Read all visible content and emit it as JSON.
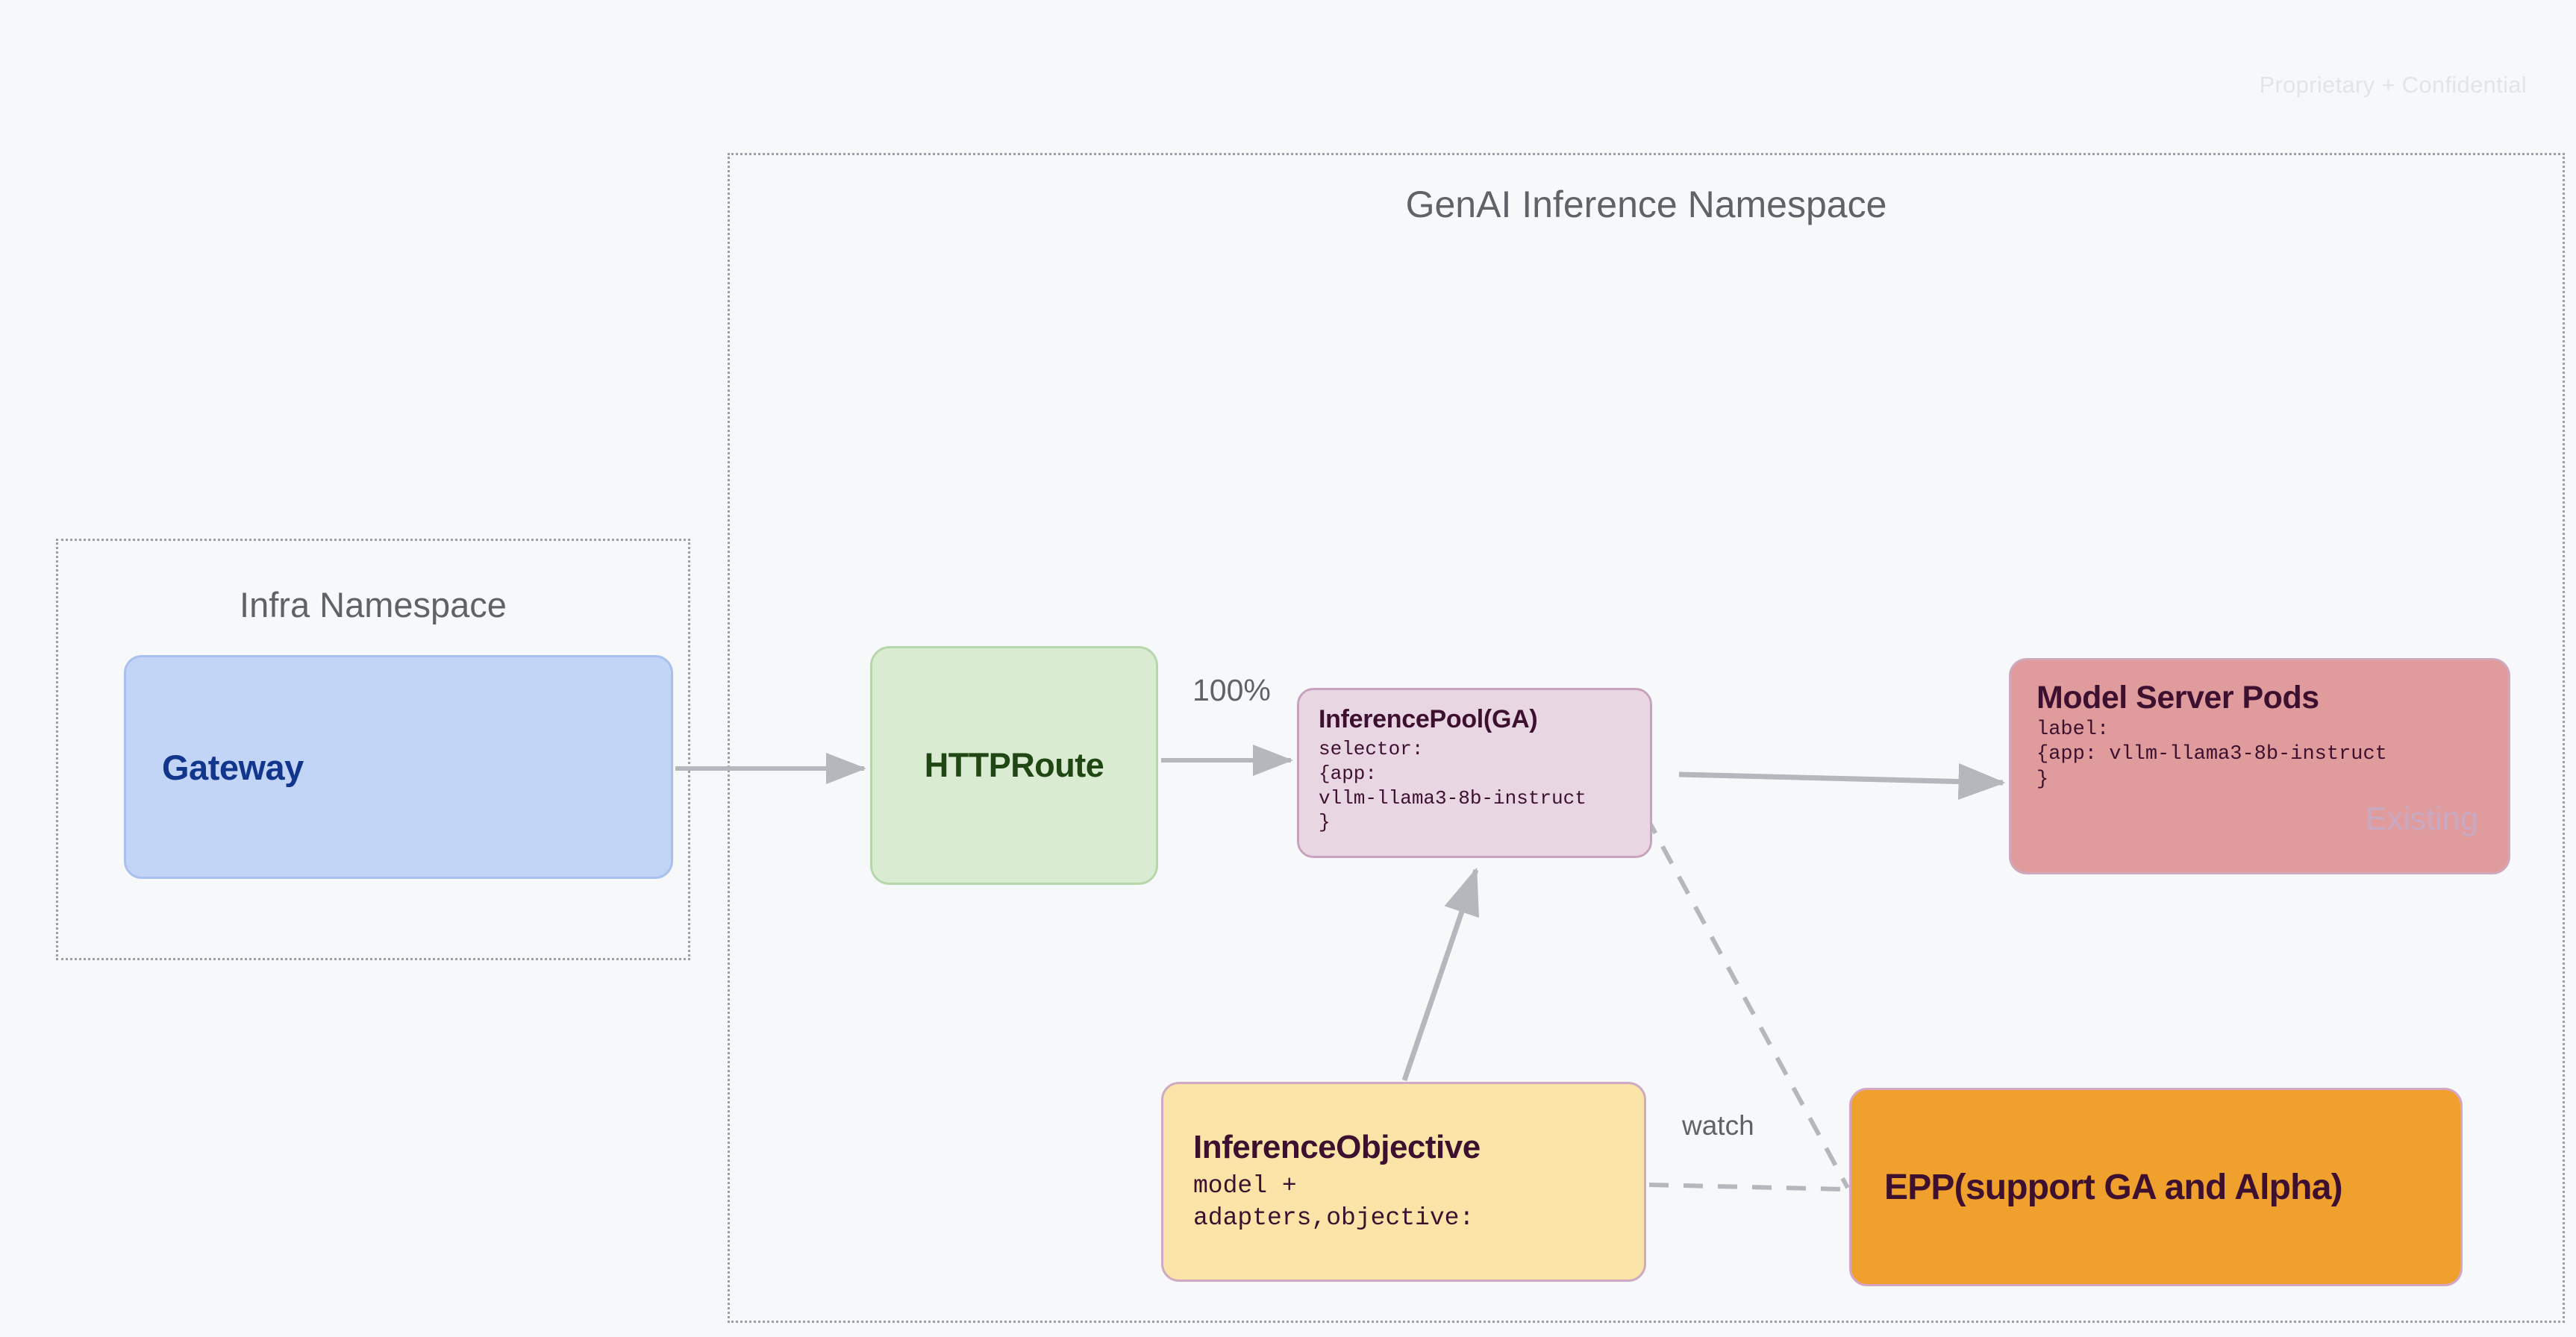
{
  "page": {
    "confidential_notice": "Proprietary + Confidential",
    "background_color": "#f7f8fa"
  },
  "namespaces": [
    {
      "id": "infra",
      "title": "Infra Namespace",
      "border_style": "dotted",
      "border_color": "#9b9fa6"
    },
    {
      "id": "genai",
      "title": "GenAI Inference Namespace",
      "border_style": "dotted",
      "border_color": "#9b9fa6"
    }
  ],
  "nodes": {
    "gateway": {
      "title": "Gateway",
      "fill": "#c3d5f7",
      "text_color": "#11368c"
    },
    "httproute": {
      "title": "HTTPRoute",
      "fill": "#d9ecd2",
      "text_color": "#1f4613"
    },
    "inferencepool": {
      "title": "InferencePool(GA)",
      "code": "selector:\n{app:\nvllm-llama3-8b-instruct\n}",
      "fill": "#e9d6e3",
      "text_color": "#3d1030"
    },
    "modelserverpods": {
      "title": "Model Server Pods",
      "code": "label:\n{app: vllm-llama3-8b-instruct\n}",
      "stamp": "Existing",
      "fill": "#e09c9c",
      "text_color": "#3d1030",
      "stamp_color": "#c9a8c2"
    },
    "inferenceobjective": {
      "title": "InferenceObjective",
      "code": "model +\nadapters,objective:",
      "fill": "#fbe4a7",
      "text_color": "#3d1030"
    },
    "epp": {
      "title": "EPP(support GA and Alpha)",
      "fill": "#f0a02c",
      "text_color": "#3d1030"
    }
  },
  "edges": {
    "gateway_to_httproute": {
      "label": "",
      "style": "solid"
    },
    "httproute_to_inferencepool": {
      "label": "100%",
      "style": "solid"
    },
    "inferencepool_to_modelserverpods": {
      "label": "",
      "style": "solid"
    },
    "inferenceobjective_to_inferencepool": {
      "label": "",
      "style": "solid"
    },
    "inferenceobjective_to_epp": {
      "label": "watch",
      "style": "dashed"
    },
    "inferencepool_to_epp": {
      "label": "",
      "style": "dashed"
    }
  }
}
